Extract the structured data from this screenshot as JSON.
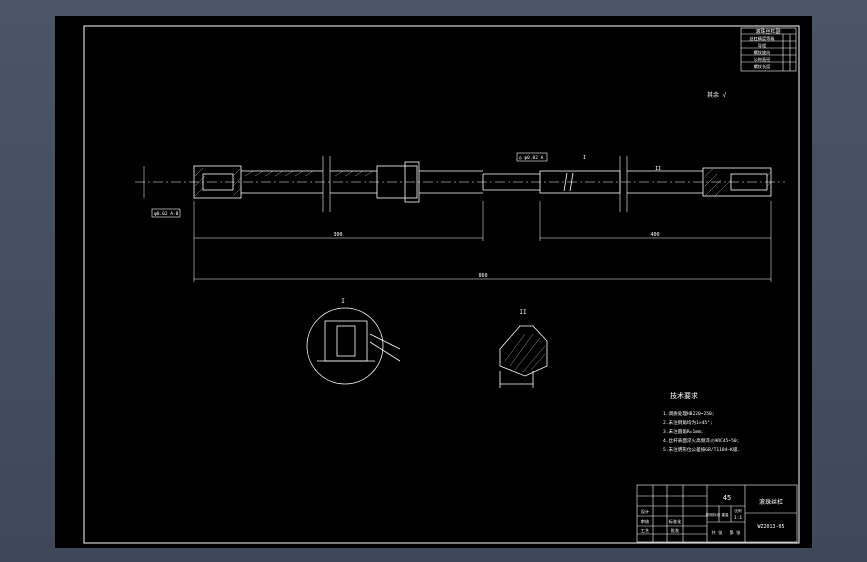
{
  "drawing": {
    "roughness_note": "其余 √",
    "tolerance_frames": [
      "◎ φ0.02 A",
      "φ0.02 A-B"
    ],
    "scale_labels": [
      "I",
      "II"
    ],
    "dimensions": {
      "left_span": "300",
      "right_span": "400",
      "overall": "860"
    },
    "detail_views": {
      "detail_1_title": "I",
      "detail_2_title": "II"
    },
    "tech_req": {
      "title": "技术要求",
      "lines": [
        "1.调质处理HB220~250;",
        "2.未注倒角均为1×45°;",
        "3.未注圆角R=1mm;",
        "4.丝杆表面淬火高频淬火HRC45~50;",
        "5.未注明形位公差按GB/T1184—K级."
      ]
    },
    "title_block": {
      "material": "45",
      "part_name": "滚珠丝杠",
      "drawing_no": "WZ2013-05",
      "company": "",
      "labels": [
        "设计",
        "审核",
        "工艺",
        "批准",
        "标准化",
        "阶段标记",
        "重量",
        "比例",
        "共 张",
        "第 张"
      ],
      "scale_value": "1:1"
    },
    "top_right_table": {
      "rows": [
        "丝杠精度等级",
        "导程",
        "螺纹旋向",
        "公称直径",
        "螺纹长度"
      ]
    }
  }
}
